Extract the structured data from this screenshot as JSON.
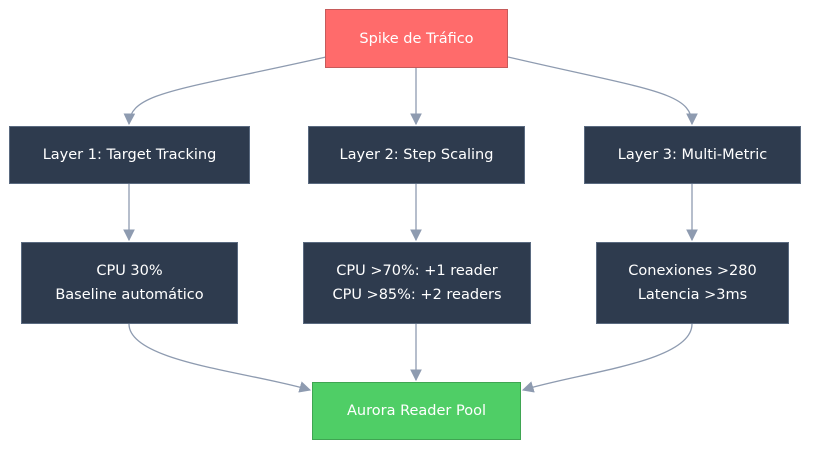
{
  "diagram": {
    "colors": {
      "edge": "#8e9bb0",
      "source_fill": "#ff6b6b",
      "layer_fill": "#2e3b4e",
      "target_fill": "#4fce66"
    },
    "nodes": {
      "spike": {
        "lines": [
          "Spike de Tráfico"
        ]
      },
      "layer1": {
        "lines": [
          "Layer 1: Target Tracking"
        ]
      },
      "layer2": {
        "lines": [
          "Layer 2: Step Scaling"
        ]
      },
      "layer3": {
        "lines": [
          "Layer 3: Multi-Metric"
        ]
      },
      "cpu30": {
        "lines": [
          "CPU 30%",
          "Baseline automático"
        ]
      },
      "step": {
        "lines": [
          "CPU >70%: +1 reader",
          "CPU >85%: +2 readers"
        ]
      },
      "conn": {
        "lines": [
          "Conexiones >280",
          "Latencia >3ms"
        ]
      },
      "pool": {
        "lines": [
          "Aurora Reader Pool"
        ]
      }
    },
    "edges": [
      {
        "from": "spike",
        "to": "layer1"
      },
      {
        "from": "spike",
        "to": "layer2"
      },
      {
        "from": "spike",
        "to": "layer3"
      },
      {
        "from": "layer1",
        "to": "cpu30"
      },
      {
        "from": "layer2",
        "to": "step"
      },
      {
        "from": "layer3",
        "to": "conn"
      },
      {
        "from": "cpu30",
        "to": "pool"
      },
      {
        "from": "step",
        "to": "pool"
      },
      {
        "from": "conn",
        "to": "pool"
      }
    ]
  }
}
